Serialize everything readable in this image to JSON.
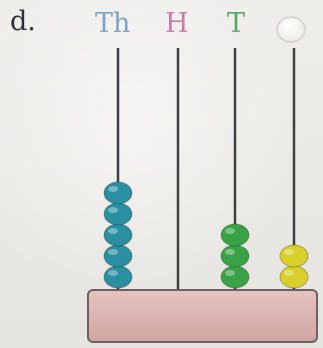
{
  "question_label": "d.",
  "columns": [
    {
      "label": "Th",
      "beads": 5,
      "color": "#2a8fa0"
    },
    {
      "label": "H",
      "beads": 0,
      "color": "#3b8a3e"
    },
    {
      "label": "T",
      "beads": 3,
      "color": "#3aa246"
    },
    {
      "label": "",
      "beads": 2,
      "color": "#d8cf2a"
    }
  ],
  "label_colors": {
    "Th": "#7ba3c6",
    "H": "#c97aa9",
    "T": "#5aa46a"
  },
  "base_color": "#d9b6b2"
}
